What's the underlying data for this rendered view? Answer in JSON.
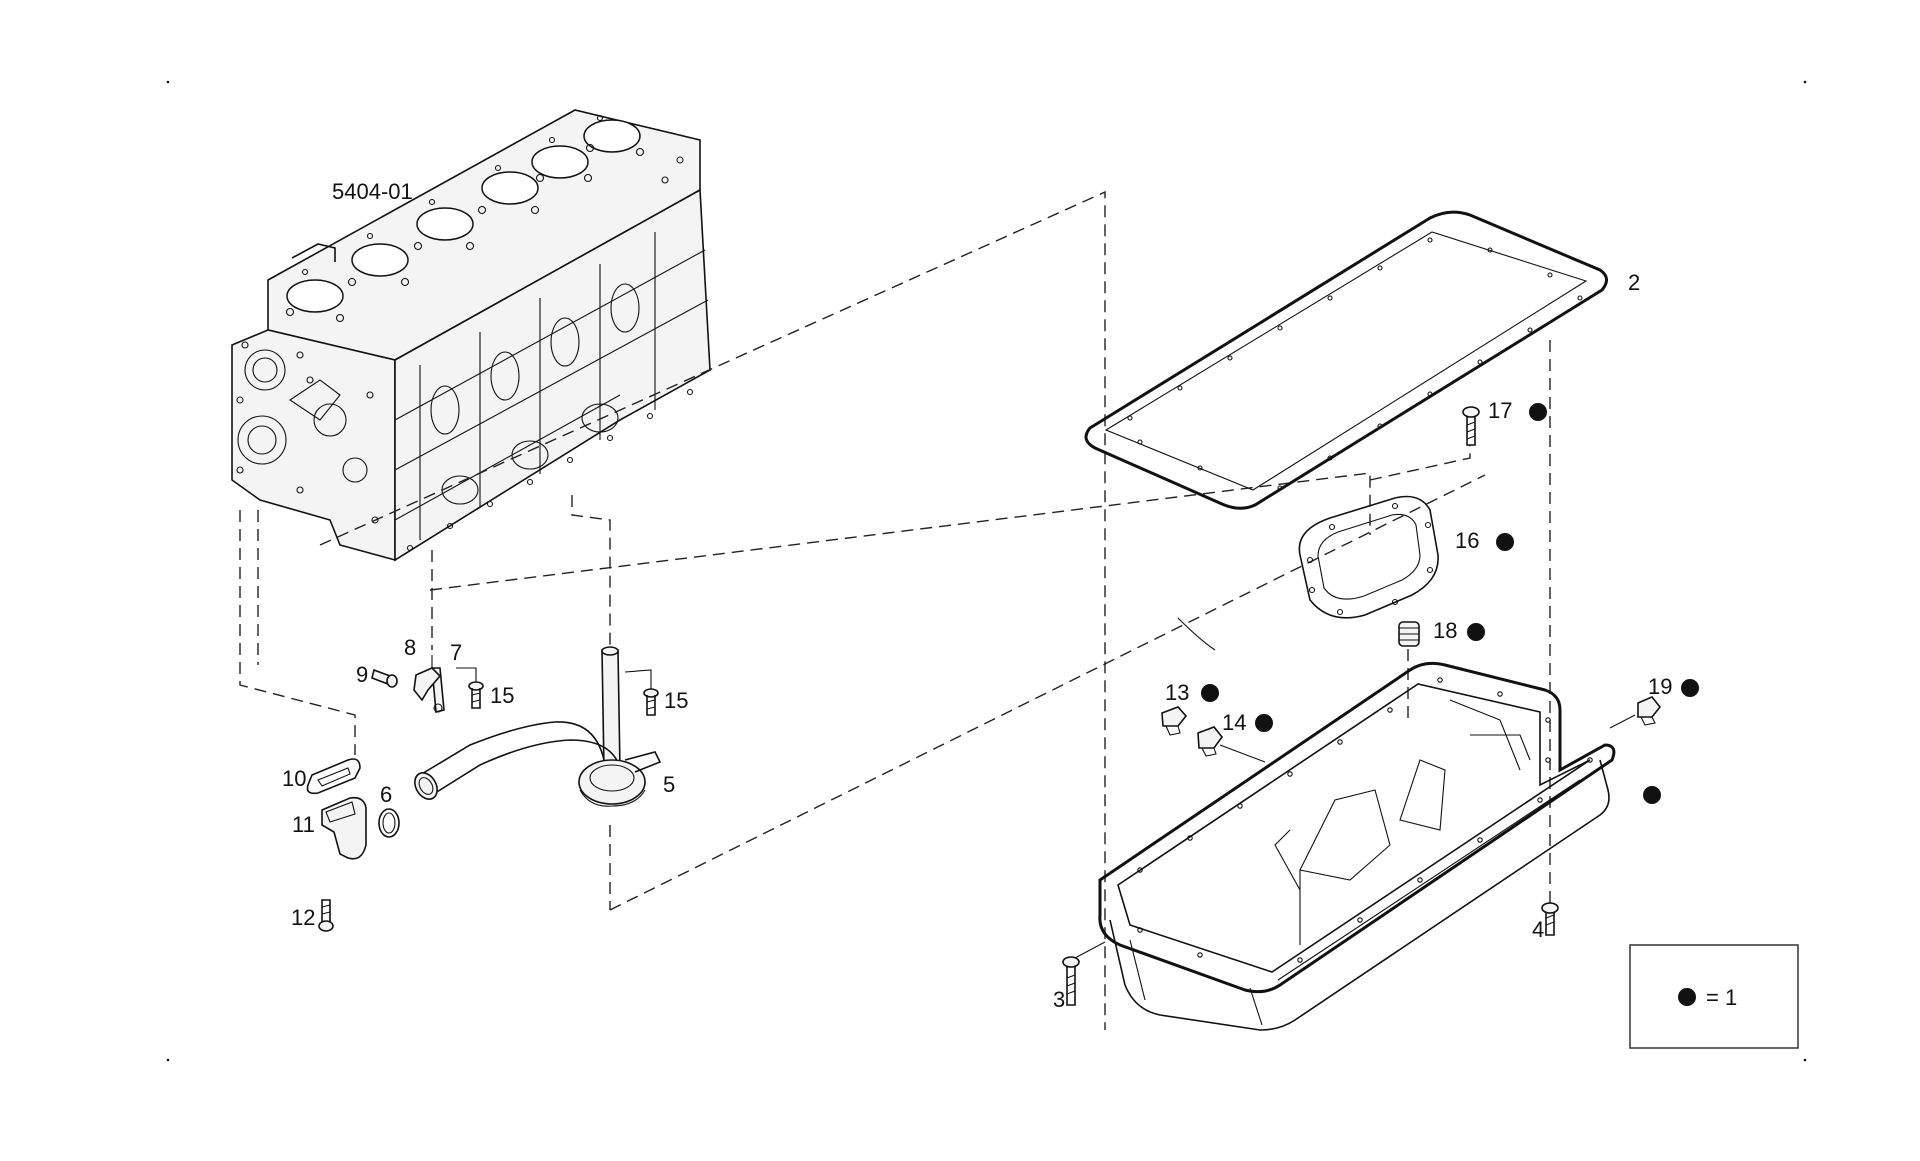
{
  "diagram": {
    "assembly_label": "5404-01",
    "part_numbers": [
      "2",
      "3",
      "4",
      "5",
      "6",
      "7",
      "8",
      "9",
      "10",
      "11",
      "12",
      "15",
      "15",
      "13",
      "14",
      "16",
      "17",
      "18",
      "19"
    ],
    "legend": {
      "equals_text": "= 1"
    }
  }
}
